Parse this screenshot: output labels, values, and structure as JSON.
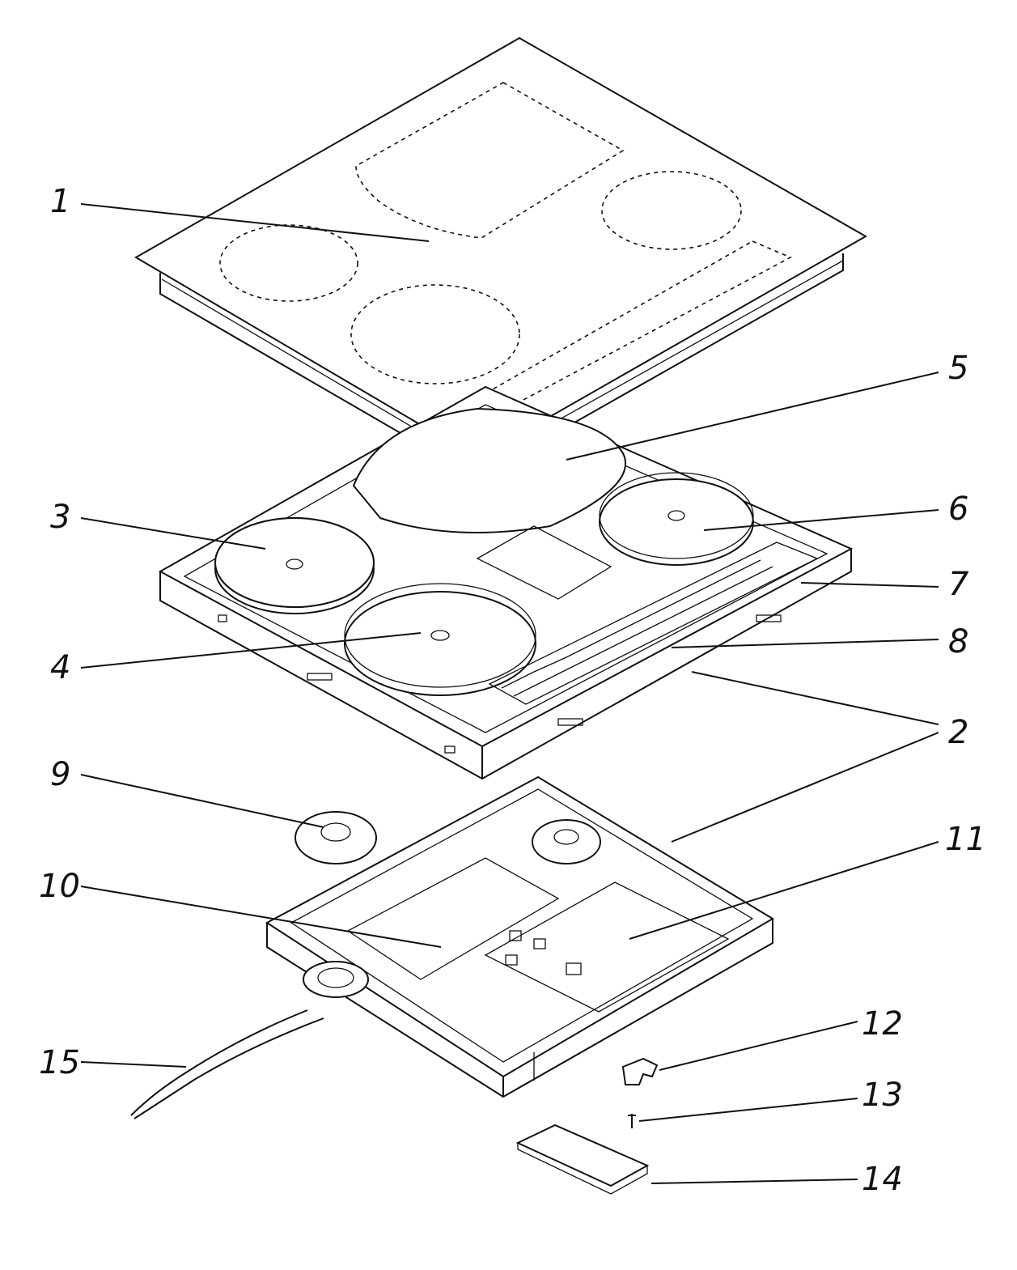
{
  "figure": {
    "labels": [
      {
        "id": "1",
        "text": "1"
      },
      {
        "id": "2",
        "text": "2"
      },
      {
        "id": "3",
        "text": "3"
      },
      {
        "id": "4",
        "text": "4"
      },
      {
        "id": "5",
        "text": "5"
      },
      {
        "id": "6",
        "text": "6"
      },
      {
        "id": "7",
        "text": "7"
      },
      {
        "id": "8",
        "text": "8"
      },
      {
        "id": "9",
        "text": "9"
      },
      {
        "id": "10",
        "text": "10"
      },
      {
        "id": "11",
        "text": "11"
      },
      {
        "id": "12",
        "text": "12"
      },
      {
        "id": "13",
        "text": "13"
      },
      {
        "id": "14",
        "text": "14"
      },
      {
        "id": "15",
        "text": "15"
      }
    ],
    "line_color": "#111111",
    "background": "#ffffff"
  }
}
